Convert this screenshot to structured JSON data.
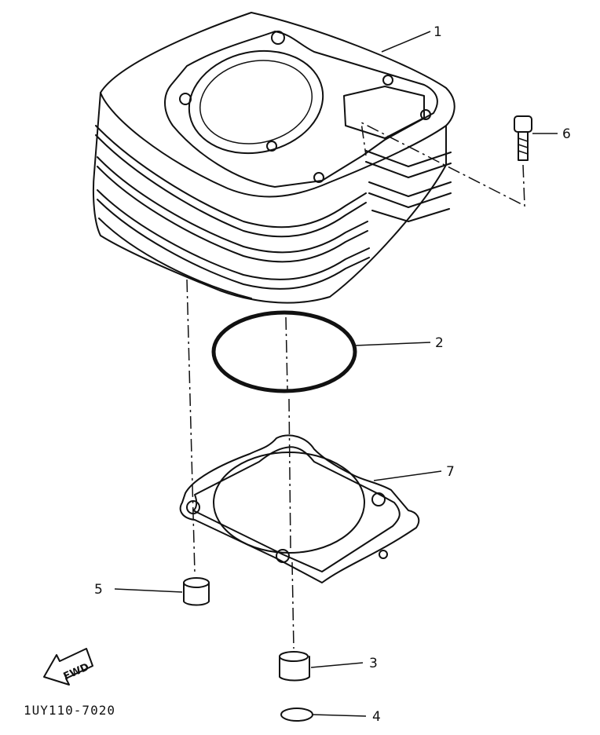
{
  "callouts": {
    "c1": "1",
    "c2": "2",
    "c3": "3",
    "c4": "4",
    "c5": "5",
    "c6": "6",
    "c7": "7"
  },
  "fwd_label": "FWD",
  "reference_code": "1UY110-7020"
}
